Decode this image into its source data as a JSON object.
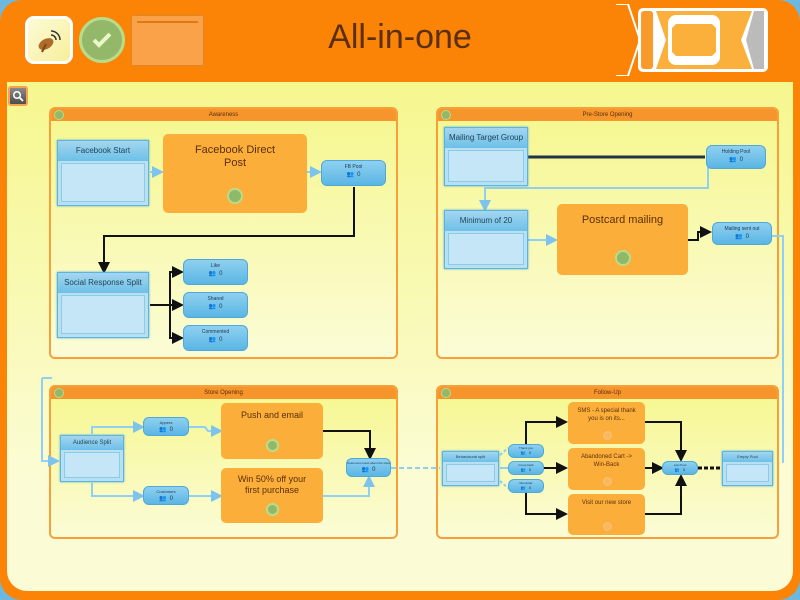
{
  "header": {
    "title": "All-in-one",
    "app_icon": "satellite-dish-icon",
    "check_icon": "checkmark-icon",
    "search_icon": "magnifier-icon"
  },
  "colors": {
    "frame": "#fb8305",
    "panel_header": "#f7952d",
    "action": "#fbaf3a",
    "pool": "#5ab6e4",
    "canvas": "#f6f78e",
    "success": "#93b86a"
  },
  "panels": {
    "awareness": {
      "title": "Awareness",
      "nodes": {
        "facebook_start": "Facebook Start",
        "facebook_post": "Facebook Direct Post",
        "fb_pool": {
          "label": "FB Pool",
          "count": "0"
        },
        "social_split": "Social Response Split",
        "like": {
          "label": "Like",
          "count": "0"
        },
        "shared": {
          "label": "Shared",
          "count": "0"
        },
        "commented": {
          "label": "Commented",
          "count": "0"
        }
      }
    },
    "prestore": {
      "title": "Pre-Store Opening",
      "nodes": {
        "target_group": "Mailing Target Group",
        "holding_pool": {
          "label": "Holding Pool",
          "count": "0"
        },
        "minimum": "Minimum of 20",
        "postcard": "Postcard mailing",
        "mailing_sent": {
          "label": "Mailing sent out",
          "count": "0"
        }
      }
    },
    "store": {
      "title": "Store Opening",
      "nodes": {
        "audience_split": "Audience Split",
        "app_users": {
          "label": "Appers",
          "count": "0"
        },
        "customers": {
          "label": "Customers",
          "count": "0"
        },
        "push_email": "Push and email",
        "win50": "Win 50% off your first purchase",
        "informed": {
          "label": "Customers know about the store",
          "count": "0"
        }
      }
    },
    "followup": {
      "title": "Follow-Up",
      "nodes": {
        "behavioural": "Behavioural split",
        "thank_you": {
          "label": "Thank you",
          "count": "0"
        },
        "come_back": {
          "label": "Come back",
          "count": "0"
        },
        "reminder": {
          "label": "Reminder",
          "count": "0"
        },
        "sms": "SMS - A special thank you is on its...",
        "abandoned": "Abandoned Cart -> Win-Back",
        "visit": "Visit our new store",
        "last_pool": {
          "label": "Last Pool",
          "count": "0"
        },
        "empty_pool": "Empty Pool"
      }
    }
  }
}
